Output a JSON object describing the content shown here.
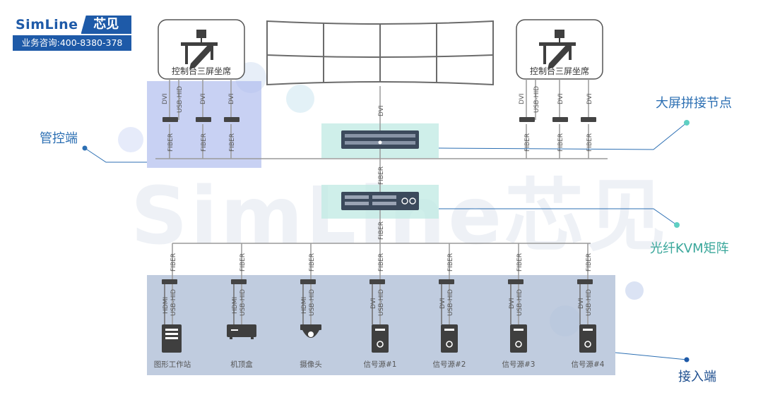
{
  "logo": {
    "brand": "SimLine",
    "brand_cn": "芯见",
    "hotline": "业务咨询:400-8380-378"
  },
  "watermark": "SimLine芯见",
  "consoles": {
    "left_label": "控制台三屏坐席",
    "right_label": "控制台三屏坐席"
  },
  "cable_labels": {
    "dvi": "DVI",
    "usb_hid": "USB-HID",
    "fiber": "FIBER",
    "hdmi": "HDMI"
  },
  "section_labels": {
    "control_end": "管控端",
    "splice_node": "大屏拼接节点",
    "kvm_matrix": "光纤KVM矩阵",
    "access_end": "接入端"
  },
  "sources": [
    {
      "label": "图形工作站",
      "icon": "workstation-icon",
      "video": "HDMI"
    },
    {
      "label": "机顶盒",
      "icon": "set-top-box-icon",
      "video": "HDMI"
    },
    {
      "label": "摄像头",
      "icon": "camera-icon",
      "video": "HDMI"
    },
    {
      "label": "信号源#1",
      "icon": "pc-tower-icon",
      "video": "DVI"
    },
    {
      "label": "信号源#2",
      "icon": "pc-tower-icon",
      "video": "DVI"
    },
    {
      "label": "信号源#3",
      "icon": "pc-tower-icon",
      "video": "DVI"
    },
    {
      "label": "信号源#4",
      "icon": "pc-tower-icon",
      "video": "DVI"
    }
  ],
  "colors": {
    "brand": "#1e5aa8",
    "highlight_blue": "#aab8ec",
    "highlight_teal": "#bfe9e3",
    "callout_line": "#2c6fb3",
    "teal_dot": "#5fcfc3",
    "access_bg": "#b9c7dc"
  }
}
